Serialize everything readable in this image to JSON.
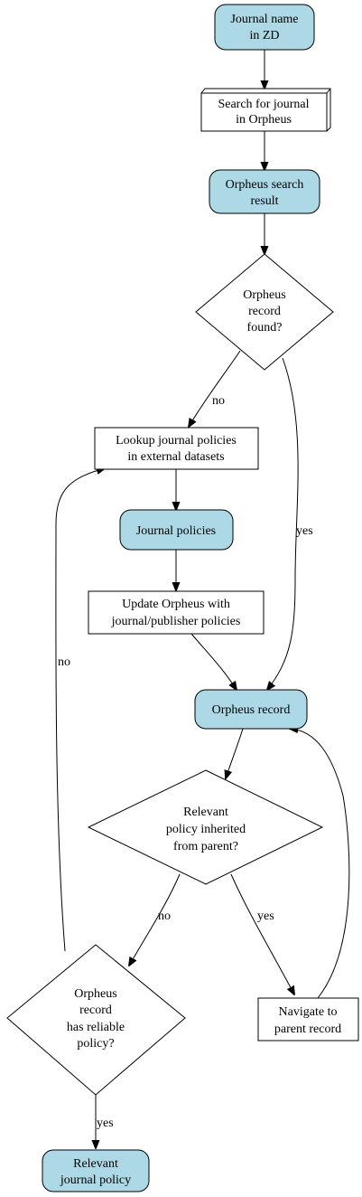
{
  "colors": {
    "data_fill": "#add8e6",
    "process_fill": "#ffffff",
    "stroke": "#000000",
    "background": "#ffffff"
  },
  "nodes": {
    "journal_name": {
      "lines": [
        "Journal name",
        "in ZD"
      ]
    },
    "search_journal": {
      "lines": [
        "Search for journal",
        "in Orpheus"
      ]
    },
    "search_result": {
      "lines": [
        "Orpheus search",
        "result"
      ]
    },
    "record_found": {
      "lines": [
        "Orpheus",
        "record",
        "found?"
      ]
    },
    "lookup_policies": {
      "lines": [
        "Lookup journal policies",
        "in external datasets"
      ]
    },
    "journal_policies": {
      "lines": [
        "Journal policies"
      ]
    },
    "update_orpheus": {
      "lines": [
        "Update Orpheus with",
        "journal/publisher policies"
      ]
    },
    "orpheus_record": {
      "lines": [
        "Orpheus record"
      ]
    },
    "inherited": {
      "lines": [
        "Relevant",
        "policy inherited",
        "from parent?"
      ]
    },
    "reliable": {
      "lines": [
        "Orpheus",
        "record",
        "has reliable",
        "policy?"
      ]
    },
    "navigate_parent": {
      "lines": [
        "Navigate to",
        "parent record"
      ]
    },
    "relevant_policy": {
      "lines": [
        "Relevant",
        "journal policy"
      ]
    }
  },
  "edges": {
    "found_no": "no",
    "found_yes": "yes",
    "inherited_no": "no",
    "inherited_yes": "yes",
    "reliable_no": "no",
    "reliable_yes": "yes"
  }
}
